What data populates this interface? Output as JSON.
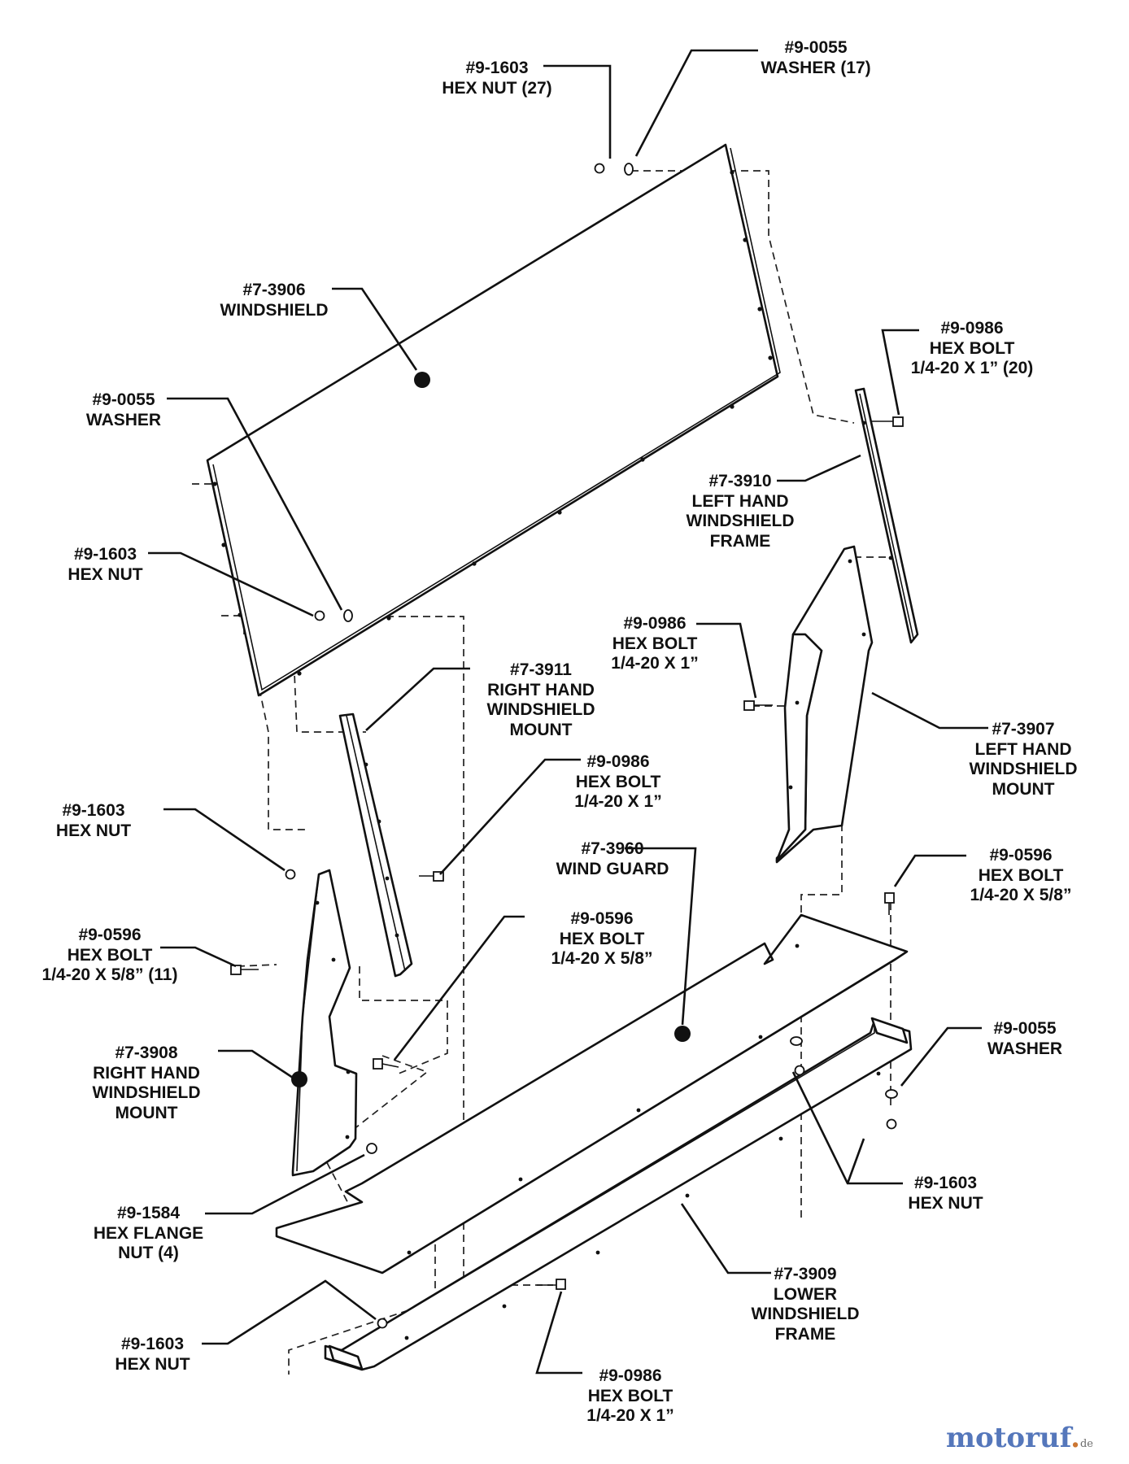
{
  "callouts": [
    {
      "id": "hexnut-top",
      "lines": [
        "#9-1603",
        "HEX NUT (27)"
      ]
    },
    {
      "id": "washer-top",
      "lines": [
        "#9-0055",
        "WASHER (17)"
      ]
    },
    {
      "id": "windshield",
      "lines": [
        "#7-3906",
        "WINDSHIELD"
      ]
    },
    {
      "id": "washer-left",
      "lines": [
        "#9-0055",
        "WASHER"
      ]
    },
    {
      "id": "hexnut-left",
      "lines": [
        "#9-1603",
        "HEX NUT"
      ]
    },
    {
      "id": "hexbolt-20",
      "lines": [
        "#9-0986",
        "HEX BOLT",
        "1/4-20 X 1” (20)"
      ]
    },
    {
      "id": "lh-frame",
      "lines": [
        "#7-3910",
        "LEFT HAND",
        "WINDSHIELD",
        "FRAME"
      ]
    },
    {
      "id": "hexbolt-mid",
      "lines": [
        "#9-0986",
        "HEX BOLT",
        "1/4-20 X 1”"
      ]
    },
    {
      "id": "rh-mount-upper",
      "lines": [
        "#7-3911",
        "RIGHT HAND",
        "WINDSHIELD",
        "MOUNT"
      ]
    },
    {
      "id": "hexbolt-center",
      "lines": [
        "#9-0986",
        "HEX BOLT",
        "1/4-20 X 1”"
      ]
    },
    {
      "id": "lh-mount",
      "lines": [
        "#7-3907",
        "LEFT HAND",
        "WINDSHIELD",
        "MOUNT"
      ]
    },
    {
      "id": "hexnut-rh",
      "lines": [
        "#9-1603",
        "HEX NUT"
      ]
    },
    {
      "id": "wind-guard",
      "lines": [
        "#7-3960",
        "WIND GUARD"
      ]
    },
    {
      "id": "hexbolt-58-right",
      "lines": [
        "#9-0596",
        "HEX BOLT",
        "1/4-20 X 5/8”"
      ]
    },
    {
      "id": "hexbolt-58-11",
      "lines": [
        "#9-0596",
        "HEX BOLT",
        "1/4-20 X 5/8” (11)"
      ]
    },
    {
      "id": "hexbolt-58-center",
      "lines": [
        "#9-0596",
        "HEX BOLT",
        "1/4-20 X 5/8”"
      ]
    },
    {
      "id": "rh-mount-lower",
      "lines": [
        "#7-3908",
        "RIGHT HAND",
        "WINDSHIELD",
        "MOUNT"
      ]
    },
    {
      "id": "washer-right",
      "lines": [
        "#9-0055",
        "WASHER"
      ]
    },
    {
      "id": "hexnut-right",
      "lines": [
        "#9-1603",
        "HEX NUT"
      ]
    },
    {
      "id": "flange-nut",
      "lines": [
        "#9-1584",
        "HEX FLANGE",
        "NUT (4)"
      ]
    },
    {
      "id": "lower-frame",
      "lines": [
        "#7-3909",
        "LOWER",
        "WINDSHIELD",
        "FRAME"
      ]
    },
    {
      "id": "hexnut-bottom",
      "lines": [
        "#9-1603",
        "HEX NUT"
      ]
    },
    {
      "id": "hexbolt-bottom",
      "lines": [
        "#9-0986",
        "HEX BOLT",
        "1/4-20 X 1”"
      ]
    }
  ],
  "watermark": {
    "brand": "motoruf",
    "dot": ".",
    "suffix": "de"
  }
}
